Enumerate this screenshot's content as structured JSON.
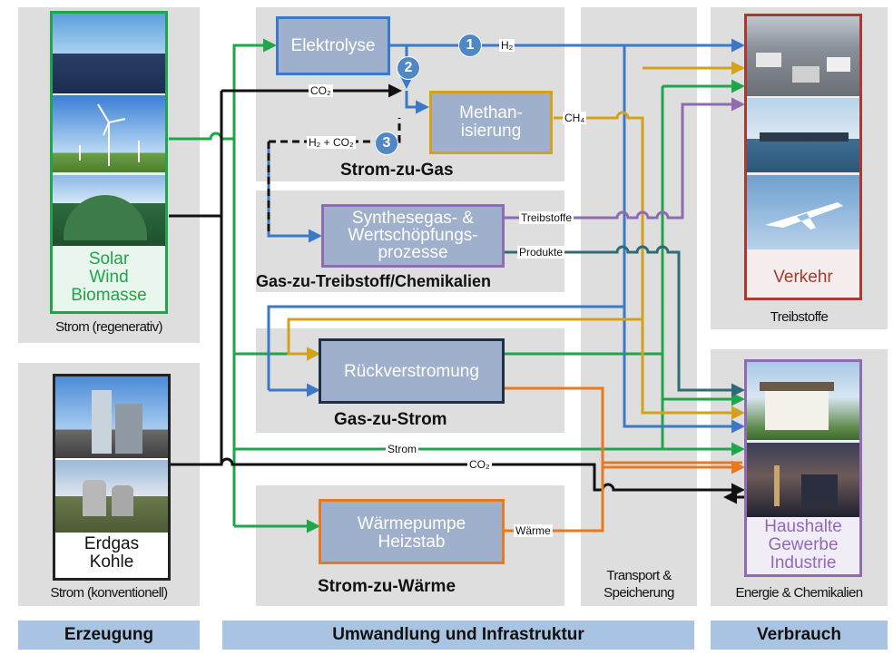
{
  "colors": {
    "green": "#1ea64a",
    "blue": "#3b78c8",
    "black": "#111111",
    "gold": "#d4a11b",
    "purple": "#8f6bb3",
    "teal": "#2f6b74",
    "orange": "#e8791f",
    "red_border": "#a83a2e",
    "panel": "#dedede",
    "box_fill": "#9fb0cc",
    "bar": "#a9c3e2"
  },
  "generation": {
    "renewable_sources": [
      "Solar",
      "Wind",
      "Biomasse"
    ],
    "renewable_caption": "Strom (regenerativ)",
    "conventional_sources": [
      "Erdgas",
      "Kohle"
    ],
    "conventional_caption": "Strom (konventionell)"
  },
  "processes": {
    "elektrolyse": "Elektrolyse",
    "methanisierung": [
      "Methan-",
      "isierung"
    ],
    "synthese": [
      "Synthesegas- &",
      "Wertschöpfungs-",
      "prozesse"
    ],
    "rueckverstromung": "Rückverstromung",
    "waermepumpe": [
      "Wärmepumpe",
      "Heizstab"
    ]
  },
  "pathways": {
    "strom_zu_gas": "Strom-zu-Gas",
    "gas_zu_treibstoff": "Gas-zu-Treibstoff/Chemikalien",
    "gas_zu_strom": "Gas-zu-Strom",
    "strom_zu_waerme": "Strom-zu-Wärme"
  },
  "flows": {
    "h2": "H₂",
    "co2_top": "CO₂",
    "h2_co2": "H₂ + CO₂",
    "ch4": "CH₄",
    "treibstoffe": "Treibstoffe",
    "produkte": "Produkte",
    "strom": "Strom",
    "co2_bottom": "CO₂",
    "waerme": "Wärme"
  },
  "markers": [
    "1",
    "2",
    "3"
  ],
  "transport_caption": [
    "Transport &",
    "Speicherung"
  ],
  "consumers": {
    "verkehr": "Verkehr",
    "verkehr_caption": "Treibstoffe",
    "energie_users": [
      "Haushalte",
      "Gewerbe",
      "Industrie"
    ],
    "energie_caption": "Energie & Chemikalien"
  },
  "footer": {
    "erzeugung": "Erzeugung",
    "umwandlung": "Umwandlung und Infrastruktur",
    "verbrauch": "Verbrauch"
  }
}
